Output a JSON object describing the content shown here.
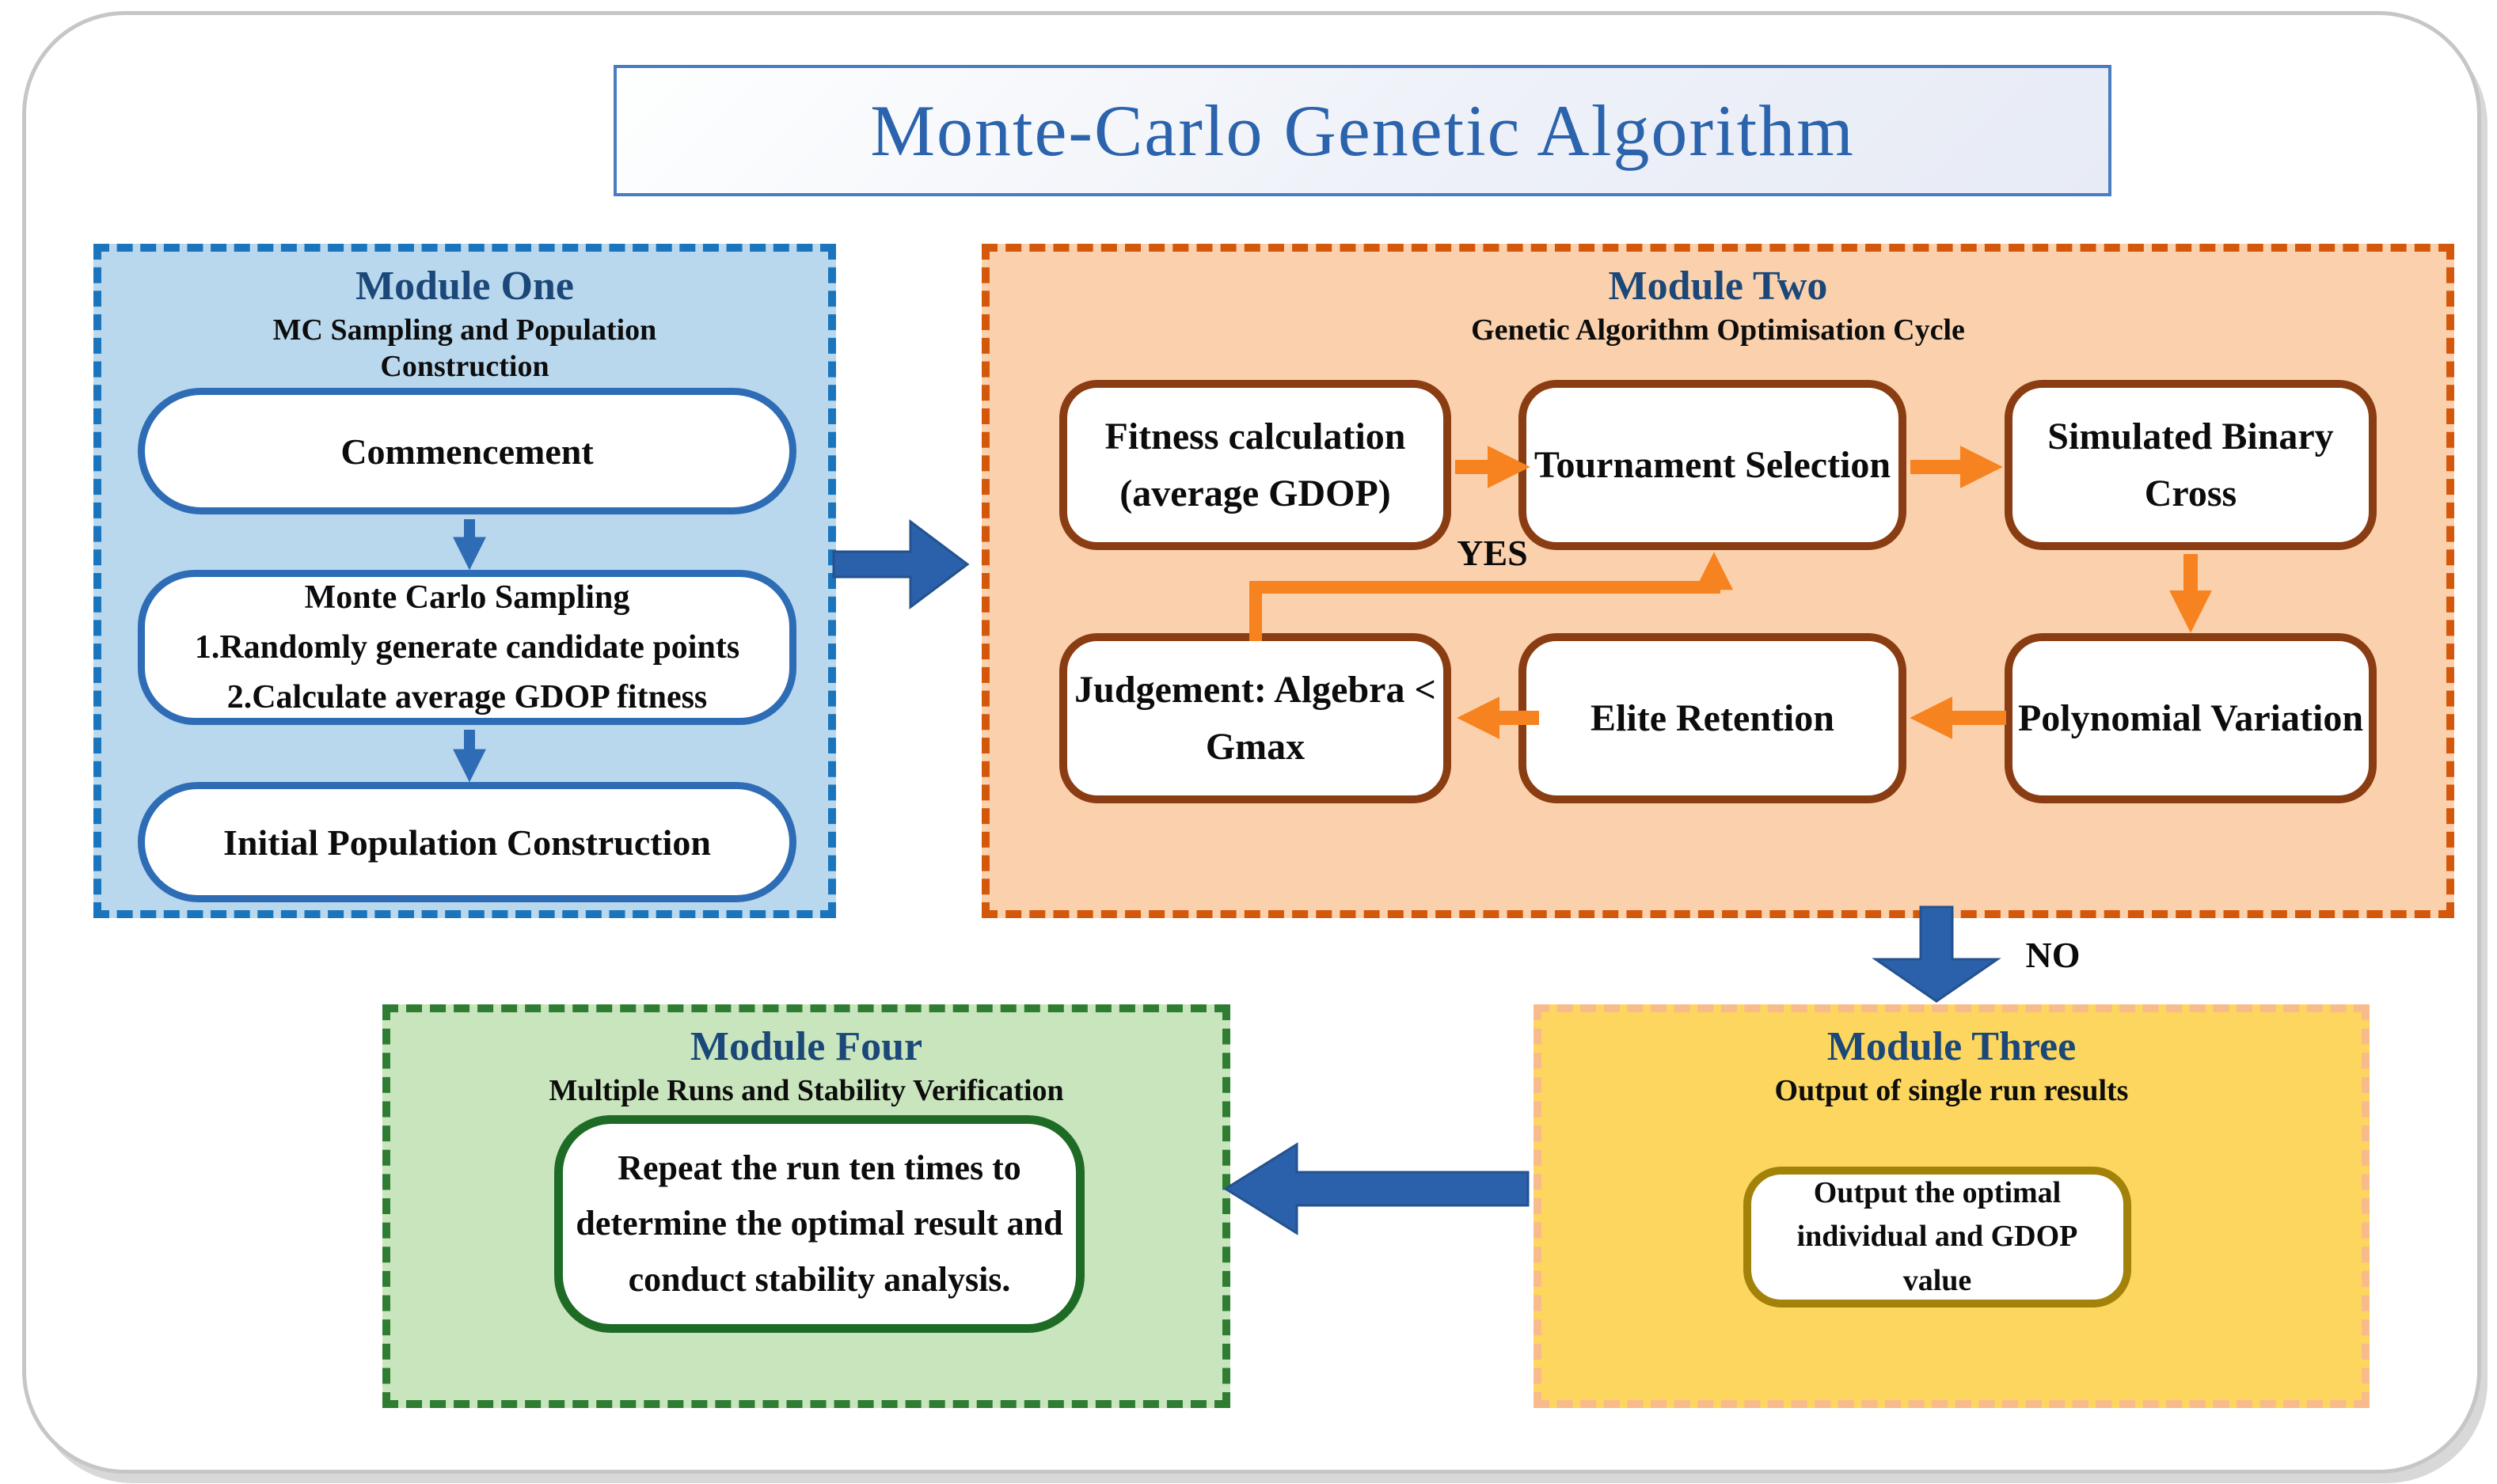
{
  "title": "Monte-Carlo Genetic Algorithm",
  "connectors": {
    "yes_label": "YES",
    "no_label": "NO"
  },
  "module_one": {
    "title": "Module One",
    "subtitle_lines": [
      "MC Sampling and Population",
      "Construction"
    ],
    "commencement": "Commencement",
    "sampling_lines": [
      "Monte Carlo Sampling",
      "1.Randomly generate candidate points",
      "2.Calculate average GDOP fitness"
    ],
    "initial_population": "Initial Population Construction"
  },
  "module_two": {
    "title": "Module Two",
    "subtitle": "Genetic Algorithm Optimisation Cycle",
    "fitness_lines": [
      "Fitness calculation",
      "(average GDOP)"
    ],
    "tournament": "Tournament Selection",
    "simulated_lines": [
      "Simulated Binary",
      "Cross"
    ],
    "judgement_lines": [
      "Judgement: Algebra <",
      "Gmax"
    ],
    "elite": "Elite Retention",
    "polynomial": "Polynomial Variation"
  },
  "module_three": {
    "title": "Module Three",
    "subtitle": "Output of single run results",
    "output_lines": [
      "Output the optimal",
      "individual and GDOP",
      "value"
    ]
  },
  "module_four": {
    "title": "Module Four",
    "subtitle": "Multiple Runs and Stability Verification",
    "repeat_lines": [
      "Repeat the run ten times to",
      "determine the optimal result and",
      "conduct stability analysis."
    ]
  },
  "colors": {
    "main_title_text": "#2b63ad",
    "module_title_text": "#1b4878",
    "module_one_fill": "#b9d8ed",
    "module_one_border": "#1b75bc",
    "module_one_node_border": "#2e6cb5",
    "module_two_fill": "#fbd1ad",
    "module_two_border": "#d4580b",
    "module_two_node_border": "#8a3c12",
    "module_three_fill": "#fcd65f",
    "module_three_border": "#f8bb8b",
    "module_three_node_border": "#a3820a",
    "module_four_fill": "#c9e5bd",
    "module_four_border": "#2f7d32",
    "module_four_node_border": "#1e6b26",
    "orange_arrow": "#f6831f",
    "blue_arrow": "#2b60aa"
  }
}
